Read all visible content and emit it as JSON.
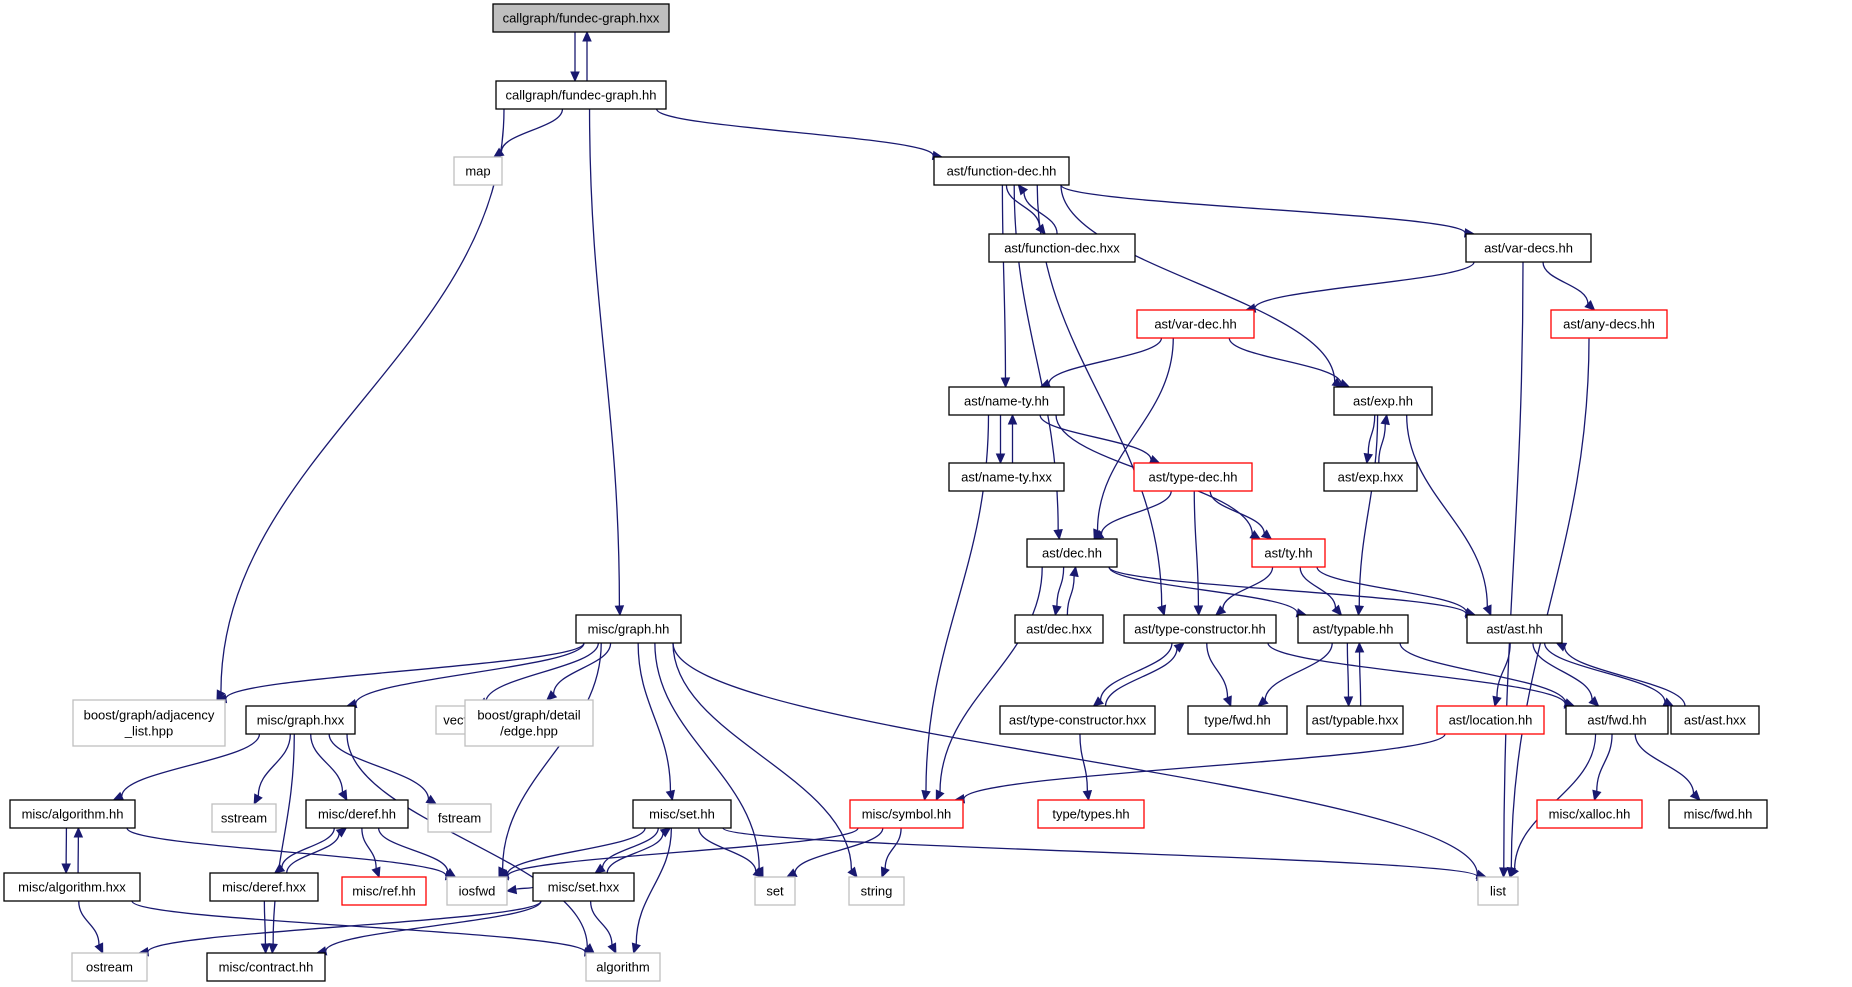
{
  "nodes": [
    {
      "id": "root",
      "lines": [
        "callgraph/fundec-graph.hxx"
      ],
      "kind": "root"
    },
    {
      "id": "fgh",
      "lines": [
        "callgraph/fundec-graph.hh"
      ],
      "kind": "normal"
    },
    {
      "id": "map",
      "lines": [
        "map"
      ],
      "kind": "ext"
    },
    {
      "id": "fdh",
      "lines": [
        "ast/function-dec.hh"
      ],
      "kind": "normal"
    },
    {
      "id": "fdx",
      "lines": [
        "ast/function-dec.hxx"
      ],
      "kind": "normal"
    },
    {
      "id": "vdsh",
      "lines": [
        "ast/var-decs.hh"
      ],
      "kind": "normal"
    },
    {
      "id": "vdh",
      "lines": [
        "ast/var-dec.hh"
      ],
      "kind": "red"
    },
    {
      "id": "adh",
      "lines": [
        "ast/any-decs.hh"
      ],
      "kind": "red"
    },
    {
      "id": "nth",
      "lines": [
        "ast/name-ty.hh"
      ],
      "kind": "normal"
    },
    {
      "id": "exph",
      "lines": [
        "ast/exp.hh"
      ],
      "kind": "normal"
    },
    {
      "id": "ntx",
      "lines": [
        "ast/name-ty.hxx"
      ],
      "kind": "normal"
    },
    {
      "id": "tdh",
      "lines": [
        "ast/type-dec.hh"
      ],
      "kind": "red"
    },
    {
      "id": "expx",
      "lines": [
        "ast/exp.hxx"
      ],
      "kind": "normal"
    },
    {
      "id": "dech",
      "lines": [
        "ast/dec.hh"
      ],
      "kind": "normal"
    },
    {
      "id": "tyh",
      "lines": [
        "ast/ty.hh"
      ],
      "kind": "red"
    },
    {
      "id": "mgh",
      "lines": [
        "misc/graph.hh"
      ],
      "kind": "normal"
    },
    {
      "id": "decx",
      "lines": [
        "ast/dec.hxx"
      ],
      "kind": "normal"
    },
    {
      "id": "tch",
      "lines": [
        "ast/type-constructor.hh"
      ],
      "kind": "normal"
    },
    {
      "id": "tbh",
      "lines": [
        "ast/typable.hh"
      ],
      "kind": "normal"
    },
    {
      "id": "asth",
      "lines": [
        "ast/ast.hh"
      ],
      "kind": "normal"
    },
    {
      "id": "bgal",
      "lines": [
        "boost/graph/adjacency",
        "_list.hpp"
      ],
      "kind": "ext"
    },
    {
      "id": "mgx",
      "lines": [
        "misc/graph.hxx"
      ],
      "kind": "normal"
    },
    {
      "id": "vec",
      "lines": [
        "vector"
      ],
      "kind": "ext"
    },
    {
      "id": "bgde",
      "lines": [
        "boost/graph/detail",
        "/edge.hpp"
      ],
      "kind": "ext"
    },
    {
      "id": "tcx",
      "lines": [
        "ast/type-constructor.hxx"
      ],
      "kind": "normal"
    },
    {
      "id": "tfh",
      "lines": [
        "type/fwd.hh"
      ],
      "kind": "normal"
    },
    {
      "id": "tbx",
      "lines": [
        "ast/typable.hxx"
      ],
      "kind": "normal"
    },
    {
      "id": "loch",
      "lines": [
        "ast/location.hh"
      ],
      "kind": "red"
    },
    {
      "id": "afh",
      "lines": [
        "ast/fwd.hh"
      ],
      "kind": "normal"
    },
    {
      "id": "astx",
      "lines": [
        "ast/ast.hxx"
      ],
      "kind": "normal"
    },
    {
      "id": "mah",
      "lines": [
        "misc/algorithm.hh"
      ],
      "kind": "normal"
    },
    {
      "id": "sst",
      "lines": [
        "sstream"
      ],
      "kind": "ext"
    },
    {
      "id": "mdh",
      "lines": [
        "misc/deref.hh"
      ],
      "kind": "normal"
    },
    {
      "id": "fst",
      "lines": [
        "fstream"
      ],
      "kind": "ext"
    },
    {
      "id": "msh",
      "lines": [
        "misc/set.hh"
      ],
      "kind": "normal"
    },
    {
      "id": "msyh",
      "lines": [
        "misc/symbol.hh"
      ],
      "kind": "red"
    },
    {
      "id": "tth",
      "lines": [
        "type/types.hh"
      ],
      "kind": "red"
    },
    {
      "id": "mxh",
      "lines": [
        "misc/xalloc.hh"
      ],
      "kind": "red"
    },
    {
      "id": "mfh",
      "lines": [
        "misc/fwd.hh"
      ],
      "kind": "normal"
    },
    {
      "id": "max",
      "lines": [
        "misc/algorithm.hxx"
      ],
      "kind": "normal"
    },
    {
      "id": "mdx",
      "lines": [
        "misc/deref.hxx"
      ],
      "kind": "normal"
    },
    {
      "id": "mrh",
      "lines": [
        "misc/ref.hh"
      ],
      "kind": "red"
    },
    {
      "id": "iosfwd",
      "lines": [
        "iosfwd"
      ],
      "kind": "ext"
    },
    {
      "id": "msx",
      "lines": [
        "misc/set.hxx"
      ],
      "kind": "normal"
    },
    {
      "id": "set",
      "lines": [
        "set"
      ],
      "kind": "ext"
    },
    {
      "id": "str",
      "lines": [
        "string"
      ],
      "kind": "ext"
    },
    {
      "id": "list",
      "lines": [
        "list"
      ],
      "kind": "ext"
    },
    {
      "id": "ost",
      "lines": [
        "ostream"
      ],
      "kind": "ext"
    },
    {
      "id": "mch",
      "lines": [
        "misc/contract.hh"
      ],
      "kind": "normal"
    },
    {
      "id": "alg",
      "lines": [
        "algorithm"
      ],
      "kind": "ext"
    }
  ],
  "edges": [
    [
      "root",
      "fgh"
    ],
    [
      "fgh",
      "root"
    ],
    [
      "fgh",
      "map"
    ],
    [
      "fgh",
      "fdh"
    ],
    [
      "fgh",
      "bgal"
    ],
    [
      "fgh",
      "mgh"
    ],
    [
      "fdh",
      "fdx"
    ],
    [
      "fdx",
      "fdh"
    ],
    [
      "fdh",
      "vdsh"
    ],
    [
      "fdh",
      "nth"
    ],
    [
      "fdh",
      "exph"
    ],
    [
      "fdh",
      "dech"
    ],
    [
      "fdh",
      "tch"
    ],
    [
      "vdsh",
      "vdh"
    ],
    [
      "vdsh",
      "adh"
    ],
    [
      "vdsh",
      "list"
    ],
    [
      "adh",
      "list"
    ],
    [
      "vdh",
      "nth"
    ],
    [
      "vdh",
      "exph"
    ],
    [
      "vdh",
      "dech"
    ],
    [
      "nth",
      "ntx"
    ],
    [
      "ntx",
      "nth"
    ],
    [
      "nth",
      "tdh"
    ],
    [
      "nth",
      "tyh"
    ],
    [
      "nth",
      "msyh"
    ],
    [
      "exph",
      "expx"
    ],
    [
      "expx",
      "exph"
    ],
    [
      "exph",
      "tbh"
    ],
    [
      "exph",
      "asth"
    ],
    [
      "tdh",
      "dech"
    ],
    [
      "tdh",
      "tyh"
    ],
    [
      "tdh",
      "tch"
    ],
    [
      "dech",
      "decx"
    ],
    [
      "decx",
      "dech"
    ],
    [
      "dech",
      "tbh"
    ],
    [
      "dech",
      "asth"
    ],
    [
      "dech",
      "msyh"
    ],
    [
      "tyh",
      "tch"
    ],
    [
      "tyh",
      "tbh"
    ],
    [
      "tyh",
      "asth"
    ],
    [
      "tch",
      "tcx"
    ],
    [
      "tcx",
      "tch"
    ],
    [
      "tch",
      "tfh"
    ],
    [
      "tch",
      "afh"
    ],
    [
      "tcx",
      "tth"
    ],
    [
      "tbh",
      "tbx"
    ],
    [
      "tbx",
      "tbh"
    ],
    [
      "tbh",
      "tfh"
    ],
    [
      "tbh",
      "afh"
    ],
    [
      "asth",
      "loch"
    ],
    [
      "asth",
      "afh"
    ],
    [
      "asth",
      "astx"
    ],
    [
      "astx",
      "asth"
    ],
    [
      "loch",
      "msyh"
    ],
    [
      "afh",
      "mxh"
    ],
    [
      "afh",
      "mfh"
    ],
    [
      "afh",
      "list"
    ],
    [
      "mgh",
      "bgal"
    ],
    [
      "mgh",
      "mgx"
    ],
    [
      "mgh",
      "vec"
    ],
    [
      "mgh",
      "bgde"
    ],
    [
      "mgh",
      "iosfwd"
    ],
    [
      "mgh",
      "msh"
    ],
    [
      "mgh",
      "set"
    ],
    [
      "mgh",
      "str"
    ],
    [
      "mgh",
      "list"
    ],
    [
      "mgx",
      "mah"
    ],
    [
      "mgx",
      "sst"
    ],
    [
      "mgx",
      "mdh"
    ],
    [
      "mgx",
      "fst"
    ],
    [
      "mgx",
      "mch"
    ],
    [
      "mgx",
      "alg"
    ],
    [
      "mah",
      "max"
    ],
    [
      "max",
      "mah"
    ],
    [
      "mah",
      "iosfwd"
    ],
    [
      "max",
      "ost"
    ],
    [
      "max",
      "alg"
    ],
    [
      "mdh",
      "mdx"
    ],
    [
      "mdx",
      "mdh"
    ],
    [
      "mdh",
      "mrh"
    ],
    [
      "mdh",
      "iosfwd"
    ],
    [
      "mdx",
      "mch"
    ],
    [
      "msh",
      "msx"
    ],
    [
      "msx",
      "msh"
    ],
    [
      "msh",
      "iosfwd"
    ],
    [
      "msh",
      "set"
    ],
    [
      "msh",
      "alg"
    ],
    [
      "msh",
      "list"
    ],
    [
      "msx",
      "iosfwd"
    ],
    [
      "msx",
      "ost"
    ],
    [
      "msx",
      "mch"
    ],
    [
      "msx",
      "alg"
    ],
    [
      "msyh",
      "iosfwd"
    ],
    [
      "msyh",
      "set"
    ],
    [
      "msyh",
      "str"
    ]
  ]
}
